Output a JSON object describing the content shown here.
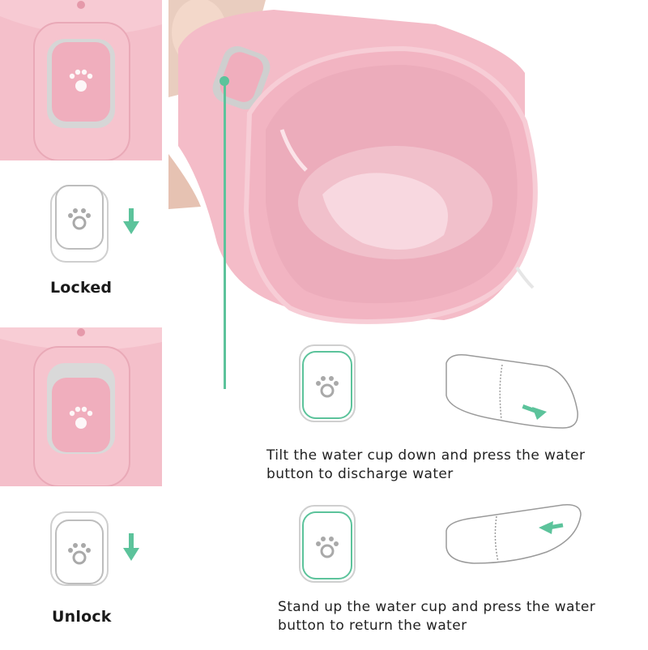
{
  "states": {
    "locked_label": "Locked",
    "unlock_label": "Unlock"
  },
  "steps": {
    "discharge": {
      "line1": "Tilt the water cup down and press the water",
      "line2": "button to discharge water"
    },
    "return": {
      "line1": "Stand up the water cup and press the water",
      "line2": "button to return the water"
    }
  },
  "colors": {
    "pink": "#f2b9c4",
    "pink_dark": "#e7a3b2",
    "accent_green": "#5cc39b",
    "grey": "#b5b5b5",
    "paw_grey": "#9a9a9a"
  },
  "icons": [
    "paw-icon",
    "arrow-down-icon",
    "arrow-right-icon",
    "arrow-left-icon"
  ]
}
